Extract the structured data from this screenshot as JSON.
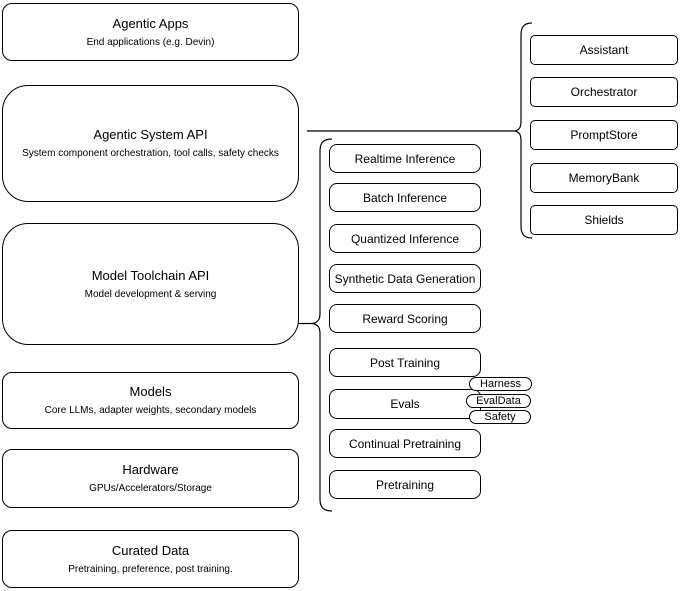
{
  "diagram": {
    "left_stack": [
      {
        "title": "Agentic Apps",
        "subtitle": "End applications (e.g. Devin)"
      },
      {
        "title": "Agentic System API",
        "subtitle": "System component orchestration, tool calls, safety checks"
      },
      {
        "title": "Model Toolchain API",
        "subtitle": "Model development & serving"
      },
      {
        "title": "Models",
        "subtitle": "Core LLMs, adapter weights, secondary models"
      },
      {
        "title": "Hardware",
        "subtitle": "GPUs/Accelerators/Storage"
      },
      {
        "title": "Curated Data",
        "subtitle": "Pretraining, preference, post training."
      }
    ],
    "toolchain": {
      "items": [
        "Realtime Inference",
        "Batch Inference",
        "Quantized Inference",
        "Synthetic Data Generation",
        "Reward Scoring",
        "Post Training",
        "Evals",
        "Continual Pretraining",
        "Pretraining"
      ]
    },
    "eval_tags": [
      "Harness",
      "EvalData",
      "Safety"
    ],
    "system_components": [
      "Assistant",
      "Orchestrator",
      "PromptStore",
      "MemoryBank",
      "Shields"
    ]
  },
  "colors": {
    "stroke": "#000000",
    "background": "#ffffff",
    "text": "#000000"
  }
}
